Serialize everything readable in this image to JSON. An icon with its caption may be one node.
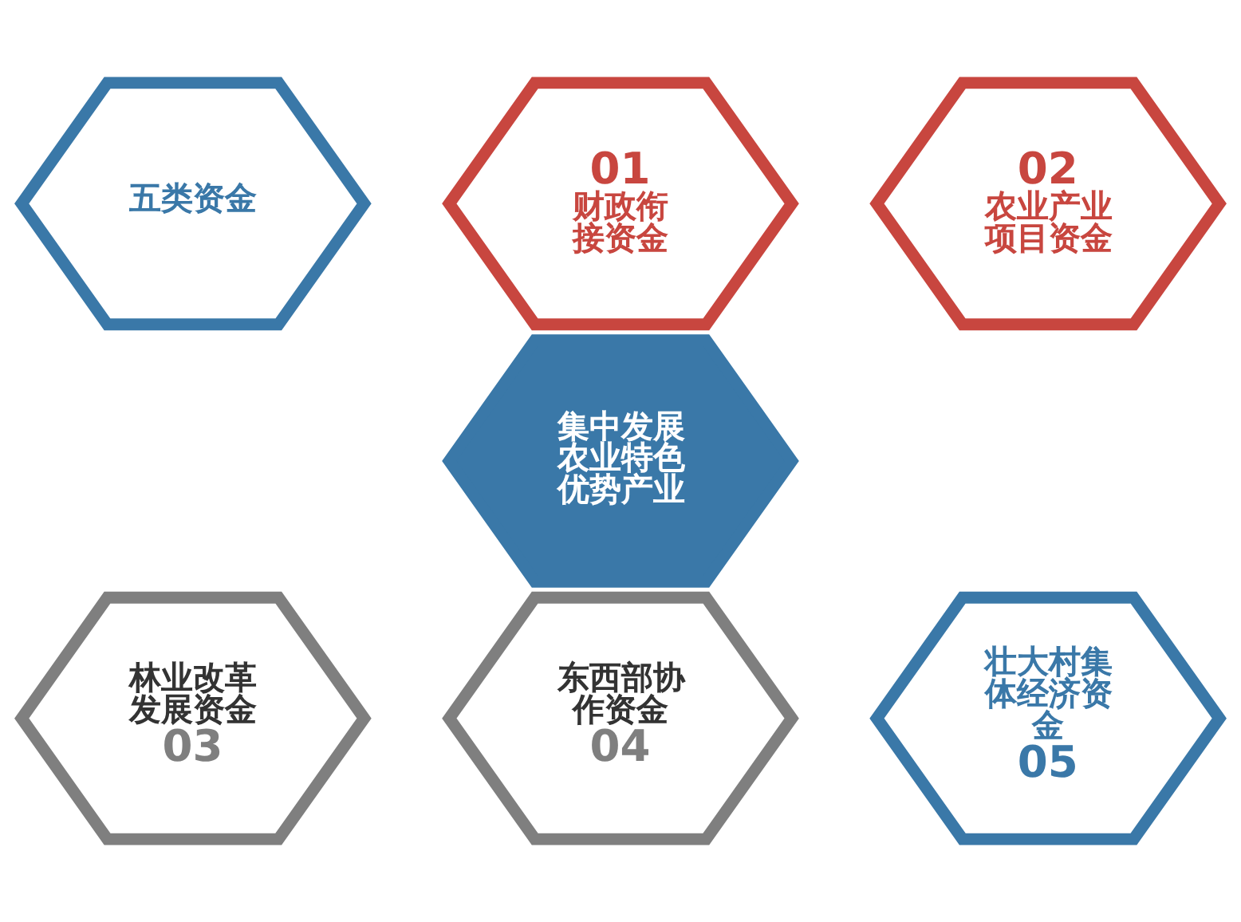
{
  "diagram": {
    "nodes": [
      {
        "text": [
          "五类资金"
        ]
      },
      {
        "text": [
          "01",
          "财政衔接资金"
        ]
      },
      {
        "text": [
          "02",
          "农业产业项目资金"
        ]
      },
      {
        "text": [
          "集中发展农业特色优势产业"
        ]
      },
      {
        "text": [
          "林业改革发展资金",
          "03"
        ]
      },
      {
        "text": [
          "东西部协作资金",
          "04"
        ]
      },
      {
        "text": [
          "壮大村集体经济资金",
          "05"
        ]
      }
    ],
    "edges": []
  }
}
